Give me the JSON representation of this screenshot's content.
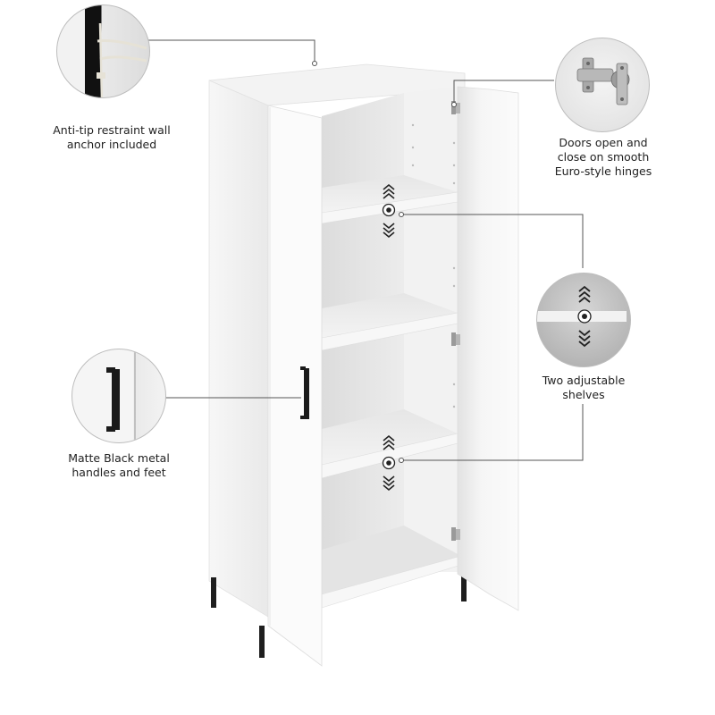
{
  "product": {
    "type": "two-door storage cabinet",
    "color": "#ffffff",
    "hardware_color": "#1a1a1a"
  },
  "callouts": [
    {
      "id": "anti-tip",
      "line1": "Anti-tip restraint wall",
      "line2": "anchor included"
    },
    {
      "id": "hinges",
      "line1": "Doors open and",
      "line2": "close on smooth",
      "line3": "Euro-style hinges"
    },
    {
      "id": "shelves",
      "line1": "Two adjustable",
      "line2": "shelves"
    },
    {
      "id": "handles",
      "line1": "Matte Black metal",
      "line2": "handles and feet"
    }
  ],
  "colors": {
    "leader_line": "#555555",
    "bubble_border": "#bdbdbd",
    "text": "#222222"
  }
}
